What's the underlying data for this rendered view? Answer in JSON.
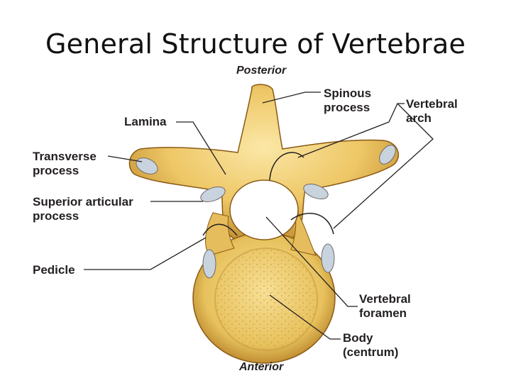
{
  "slide": {
    "title": "General Structure of Vertebrae"
  },
  "orientation": {
    "top": "Posterior",
    "bottom": "Anterior"
  },
  "labels": {
    "spinous_1": "Spinous",
    "spinous_2": "process",
    "vertebral_arch_1": "Vertebral",
    "vertebral_arch_2": "arch",
    "lamina": "Lamina",
    "transverse_1": "Transverse",
    "transverse_2": "process",
    "superior_1": "Superior articular",
    "superior_2": "process",
    "pedicle": "Pedicle",
    "foramen_1": "Vertebral",
    "foramen_2": "foramen",
    "body_1": "Body",
    "body_2": "(centrum)"
  },
  "colors": {
    "bone_light": "#f6d98a",
    "bone_mid": "#e2b64f",
    "bone_dark": "#a8741e",
    "cartilage": "#c9d3dd",
    "leader": "#231f20"
  }
}
